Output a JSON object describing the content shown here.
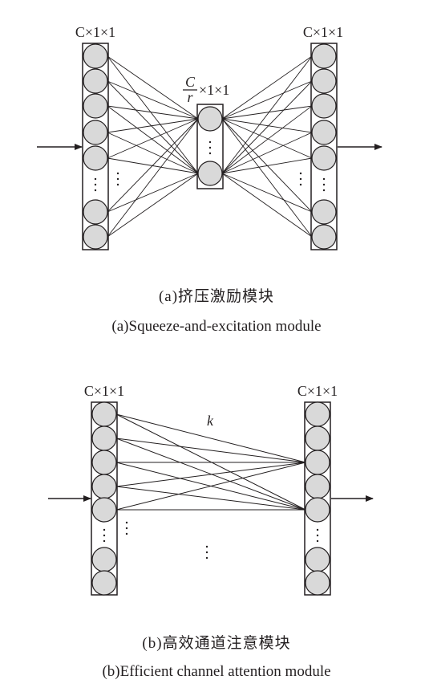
{
  "panel_a": {
    "label_left": "C×1×1",
    "label_right": "C×1×1",
    "label_middle_num": "C",
    "label_middle_den": "r",
    "label_middle_rest": "×1×1",
    "caption_zh": "(a)挤压激励模块",
    "caption_en": "(a)Squeeze-and-excitation module"
  },
  "panel_b": {
    "label_left": "C×1×1",
    "label_right": "C×1×1",
    "kernel_label": "k",
    "caption_zh": "(b)高效通道注意模块",
    "caption_en": "(b)Efficient channel attention module"
  },
  "colors": {
    "ink": "#231f20",
    "node_fill": "#d9d9d9"
  }
}
